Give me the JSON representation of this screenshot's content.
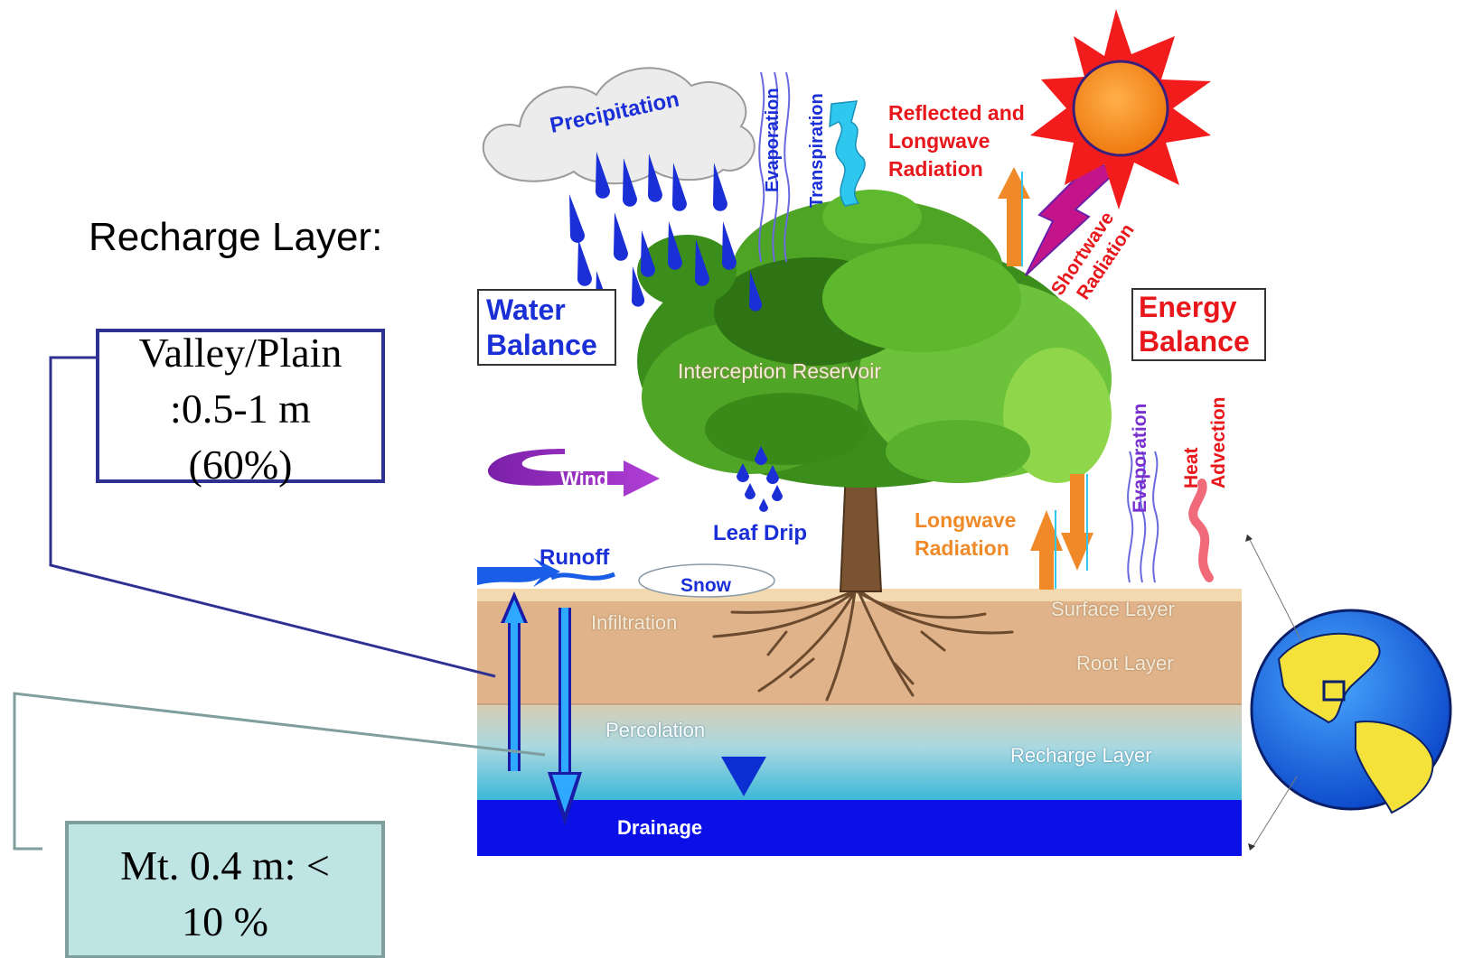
{
  "heading": "Recharge Layer:",
  "callouts": {
    "valley": {
      "line1": "Valley/Plain",
      "line2": ":0.5-1 m",
      "line3": "(60%)"
    },
    "mountain": {
      "line1": "Mt. 0.4 m: <",
      "line2": "10 %"
    }
  },
  "labels": {
    "precipitation": "Precipitation",
    "evaporation_top": "Evaporation",
    "transpiration": "Transpiration",
    "reflected": {
      "line1": "Reflected and",
      "line2": "Longwave",
      "line3": "Radiation"
    },
    "shortwave": {
      "line1": "Shortwave",
      "line2": "Radiation"
    },
    "water_balance": {
      "line1": "Water",
      "line2": "Balance"
    },
    "energy_balance": {
      "line1": "Energy",
      "line2": "Balance"
    },
    "interception": "Interception Reservoir",
    "wind": "Wind",
    "leaf_drip": "Leaf Drip",
    "longwave": {
      "line1": "Longwave",
      "line2": "Radiation"
    },
    "evaporation_right": "Evaporation",
    "heat_advection": {
      "line1": "Heat",
      "line2": "Advection"
    },
    "runoff": "Runoff",
    "snow": "Snow",
    "infiltration": "Infiltration",
    "surface_layer": "Surface Layer",
    "root_layer": "Root Layer",
    "percolation": "Percolation",
    "recharge_layer": "Recharge Layer",
    "drainage": "Drainage"
  },
  "colors": {
    "water_text": "#1a2fd6",
    "energy_text": "#e8171c",
    "valley_border": "#2e3192",
    "mountain_fill": "#bfe4e4",
    "mountain_border": "#7f9e9e",
    "drainage": "#0b10e6",
    "soil": "#e0b38a",
    "sun": "#f28a1c",
    "tree": "#3c9a1e"
  }
}
